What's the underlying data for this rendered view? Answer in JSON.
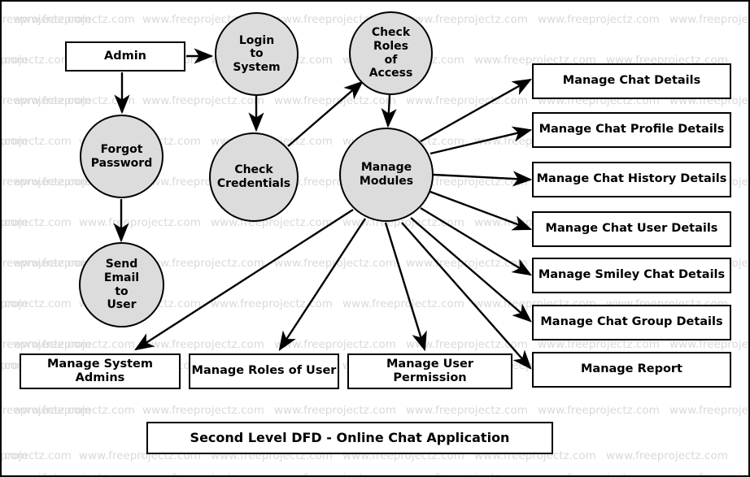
{
  "diagram": {
    "title": "Second Level DFD - Online Chat Application",
    "watermark_text": "www.freeprojectz.com",
    "colors": {
      "process_fill": "#dcdcdc",
      "box_fill": "#ffffff",
      "stroke": "#000000",
      "watermark": "#d9d9d9"
    }
  },
  "nodes": {
    "admin": {
      "label": "Admin",
      "type": "external-entity"
    },
    "login_to_system": {
      "label": "Login\nto\nSystem",
      "type": "process"
    },
    "check_roles_of_access": {
      "label": "Check\nRoles\nof\nAccess",
      "type": "process"
    },
    "forgot_password": {
      "label": "Forgot\nPassword",
      "type": "process"
    },
    "check_credentials": {
      "label": "Check\nCredentials",
      "type": "process"
    },
    "manage_modules": {
      "label": "Manage\nModules",
      "type": "process"
    },
    "send_email_to_user": {
      "label": "Send\nEmail\nto\nUser",
      "type": "process"
    }
  },
  "right_stores": [
    {
      "label": "Manage Chat Details"
    },
    {
      "label": "Manage Chat Profile Details"
    },
    {
      "label": "Manage Chat History Details"
    },
    {
      "label": "Manage Chat User Details"
    },
    {
      "label": "Manage Smiley Chat Details"
    },
    {
      "label": "Manage Chat Group Details"
    },
    {
      "label": "Manage Report"
    }
  ],
  "bottom_stores": [
    {
      "label": "Manage System Admins"
    },
    {
      "label": "Manage Roles of User"
    },
    {
      "label": "Manage User Permission"
    }
  ],
  "edges": [
    {
      "from": "admin",
      "to": "login_to_system"
    },
    {
      "from": "admin",
      "to": "forgot_password"
    },
    {
      "from": "forgot_password",
      "to": "send_email_to_user"
    },
    {
      "from": "login_to_system",
      "to": "check_credentials"
    },
    {
      "from": "check_credentials",
      "to": "check_roles_of_access"
    },
    {
      "from": "check_roles_of_access",
      "to": "manage_modules"
    },
    {
      "from": "manage_modules",
      "to": "Manage Chat Details"
    },
    {
      "from": "manage_modules",
      "to": "Manage Chat Profile Details"
    },
    {
      "from": "manage_modules",
      "to": "Manage Chat History Details"
    },
    {
      "from": "manage_modules",
      "to": "Manage Chat User Details"
    },
    {
      "from": "manage_modules",
      "to": "Manage Smiley Chat Details"
    },
    {
      "from": "manage_modules",
      "to": "Manage Chat Group Details"
    },
    {
      "from": "manage_modules",
      "to": "Manage Report"
    },
    {
      "from": "manage_modules",
      "to": "Manage System Admins"
    },
    {
      "from": "manage_modules",
      "to": "Manage Roles of User"
    },
    {
      "from": "manage_modules",
      "to": "Manage User Permission"
    }
  ]
}
